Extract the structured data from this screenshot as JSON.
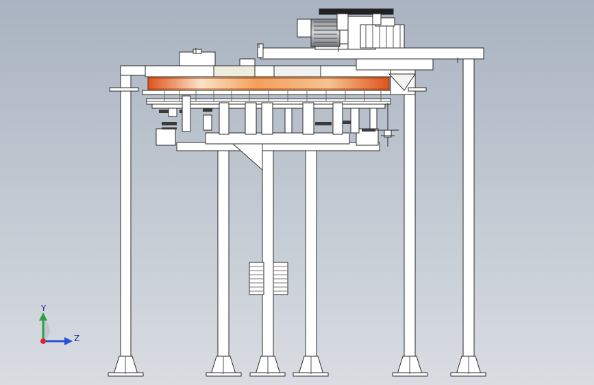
{
  "viewport": {
    "name": "cad-model-view",
    "view": "side elevation",
    "background_top": "#a9b3c1",
    "background_bottom": "#d9dde2"
  },
  "model": {
    "line_color": "#2a2a2a",
    "fill_color": "#ffffff",
    "highlight_color": "#f08a3c",
    "columns": 6,
    "components": [
      "frame-columns",
      "ring-track",
      "drive-motor",
      "gearbox",
      "sprocket",
      "chain-assembly",
      "counterweight"
    ]
  },
  "triad": {
    "y_label": "Y",
    "z_label": "Z",
    "y_color": "#2ea043",
    "z_color": "#2b4fd6",
    "origin_color": "#d62828"
  }
}
